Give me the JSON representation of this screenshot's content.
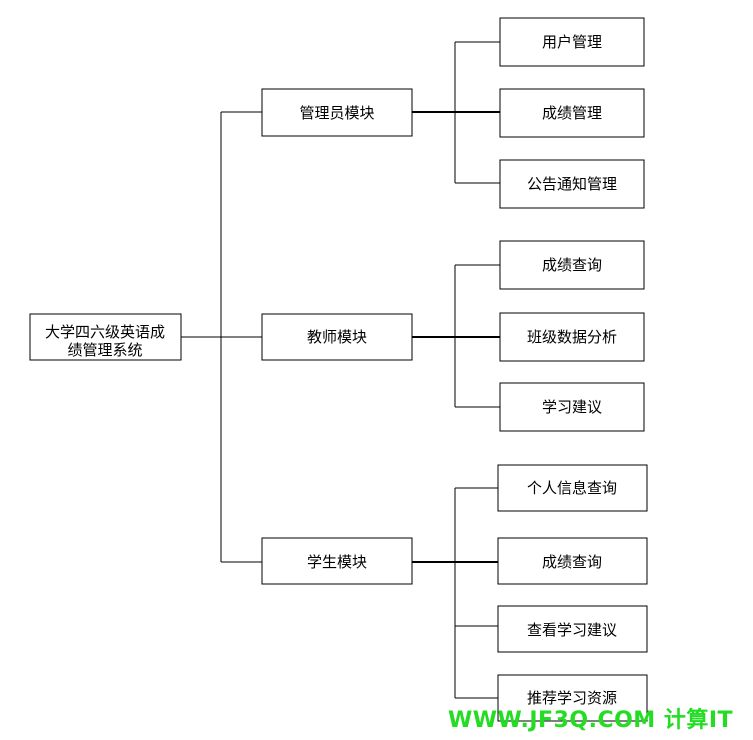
{
  "diagram": {
    "root": {
      "label_lines": [
        "大学四六级英语成",
        "绩管理系统"
      ]
    },
    "modules": [
      {
        "label": "管理员模块",
        "children": [
          "用户管理",
          "成绩管理",
          "公告通知管理"
        ]
      },
      {
        "label": "教师模块",
        "children": [
          "成绩查询",
          "班级数据分析",
          "学习建议"
        ]
      },
      {
        "label": "学生模块",
        "children": [
          "个人信息查询",
          "成绩查询",
          "查看学习建议",
          "推荐学习资源"
        ]
      }
    ]
  },
  "watermark": {
    "text": "WWW.JF3Q.COM 计算IT"
  }
}
